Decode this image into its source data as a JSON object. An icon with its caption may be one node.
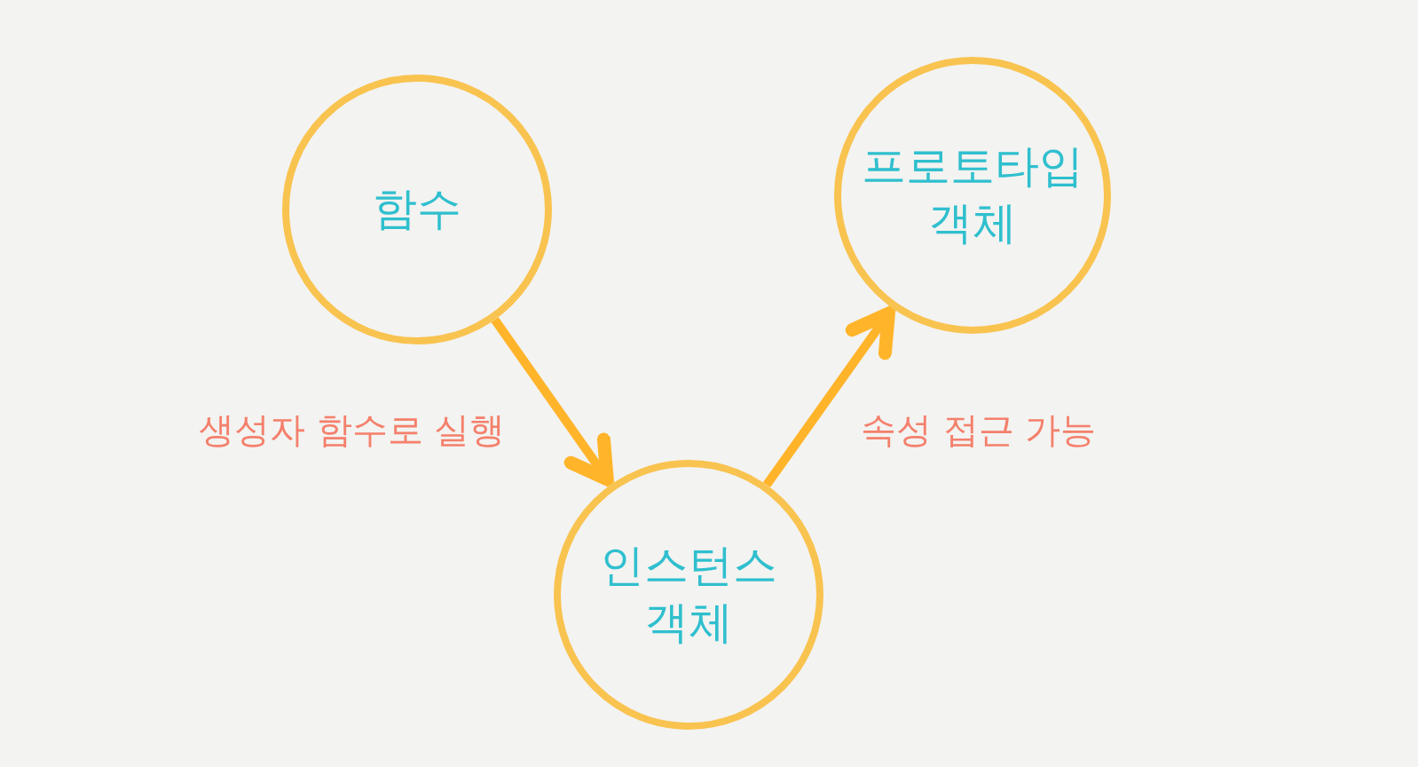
{
  "diagram": {
    "nodes": [
      {
        "text": [
          "함수"
        ]
      },
      {
        "text": [
          "프로토타입 객체"
        ]
      },
      {
        "text": [
          "인스턴스 객체"
        ]
      }
    ],
    "edges": [
      {
        "from": 0,
        "to": 2,
        "arrow": "to",
        "label": "생성자 함수로 실행"
      },
      {
        "from": 2,
        "to": 1,
        "arrow": "to",
        "label": "속성 접근 가능"
      }
    ]
  }
}
